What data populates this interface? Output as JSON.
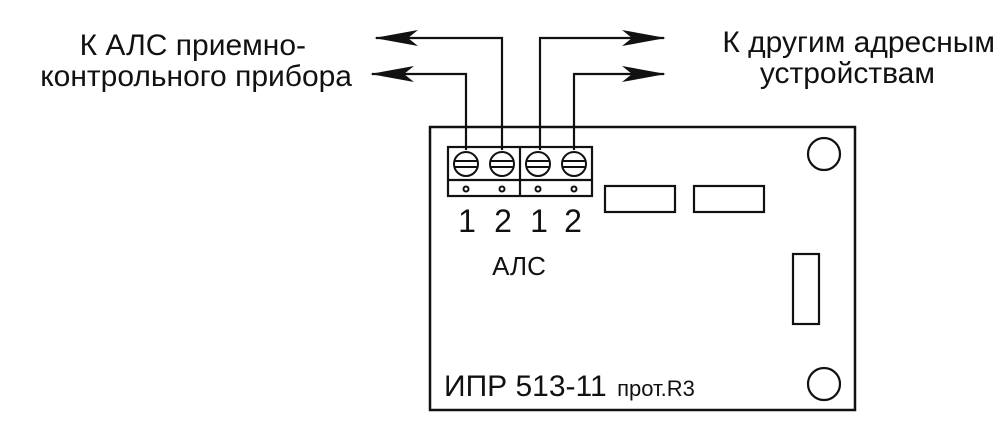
{
  "labels": {
    "left_line1": "К АЛС приемно-",
    "left_line2": "контрольного прибора",
    "right_line1": "К другим адресным",
    "right_line2": "устройствам",
    "bus": "АЛС",
    "model": "ИПР 513-11",
    "model_suffix": "прот.R3"
  },
  "terminals": [
    "1",
    "2",
    "1",
    "2"
  ],
  "colors": {
    "stroke": "#111111",
    "background": "#ffffff"
  }
}
